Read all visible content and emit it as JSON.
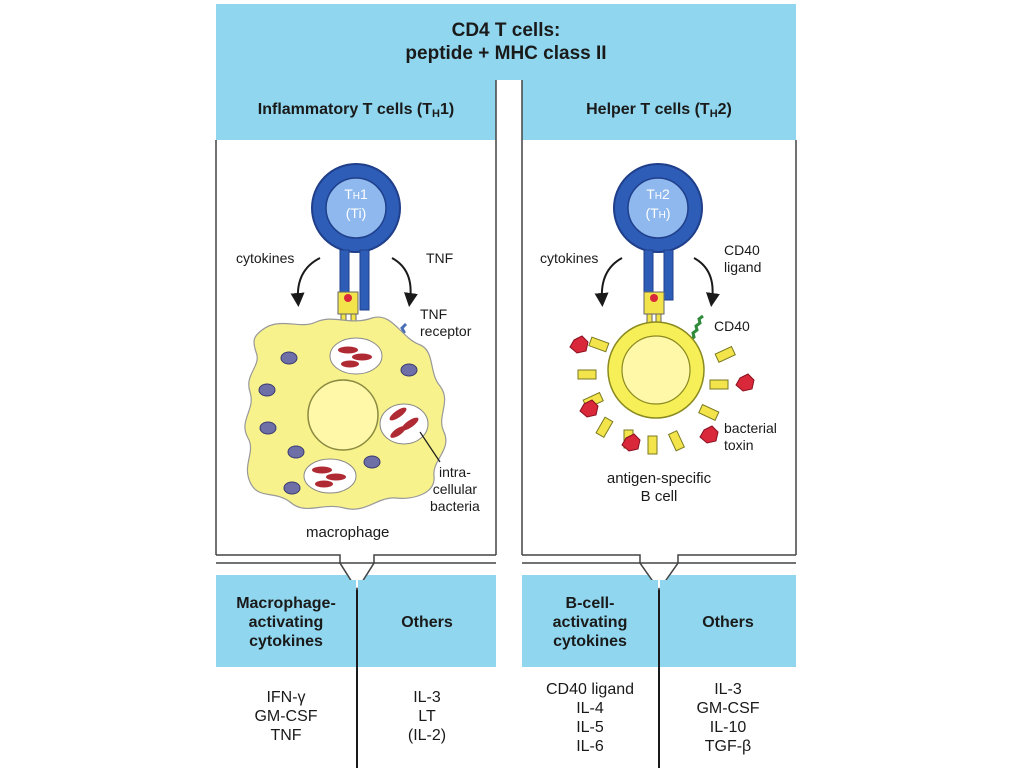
{
  "title": {
    "line1": "CD4 T cells:",
    "line2": "peptide + MHC class II"
  },
  "left": {
    "header_main": "Inflammatory T cells (T",
    "header_sub": "H",
    "header_end": "1)",
    "cell_line1": "T",
    "cell_line1_sub": "H",
    "cell_line1_end": "1",
    "cell_line2": "(Ti)",
    "cytokines": "cytokines",
    "tnf": "TNF",
    "tnf_receptor_1": "TNF",
    "tnf_receptor_2": "receptor",
    "intracellular_1": "intra-",
    "intracellular_2": "cellular",
    "intracellular_3": "bacteria",
    "macrophage": "macrophage"
  },
  "right": {
    "header_main": "Helper T cells (T",
    "header_sub": "H",
    "header_end": "2)",
    "cell_line1": "T",
    "cell_line1_sub": "H",
    "cell_line1_end": "2",
    "cell_line2": "(T",
    "cell_line2_sub": "H",
    "cell_line2_end": ")",
    "cytokines": "cytokines",
    "cd40_ligand_1": "CD40",
    "cd40_ligand_2": "ligand",
    "cd40": "CD40",
    "toxin_1": "bacterial",
    "toxin_2": "toxin",
    "bcell_1": "antigen-specific",
    "bcell_2": "B cell"
  },
  "tables": {
    "macrophage_head": [
      "Macrophage-",
      "activating",
      "cytokines"
    ],
    "macrophage_items": [
      "IFN-γ",
      "GM-CSF",
      "TNF"
    ],
    "others_left_head": "Others",
    "others_left_items": [
      "IL-3",
      "LT",
      "(IL-2)"
    ],
    "bcell_head": [
      "B-cell-",
      "activating",
      "cytokines"
    ],
    "bcell_items": [
      "CD40 ligand",
      "IL-4",
      "IL-5",
      "IL-6"
    ],
    "others_right_head": "Others",
    "others_right_items": [
      "IL-3",
      "GM-CSF",
      "IL-10",
      "TGF-β"
    ]
  },
  "colors": {
    "band": "#8fd6ee",
    "tcell_outer": "#2e5db8",
    "tcell_inner": "#8fb8ee",
    "macrophage": "#f7f28c",
    "nucleus": "#fff8a8",
    "vesicle_dot": "#6f6fa8",
    "bacteria": "#b02a34",
    "toxin": "#d8283a",
    "receptor_yellow": "#f2e44a"
  }
}
